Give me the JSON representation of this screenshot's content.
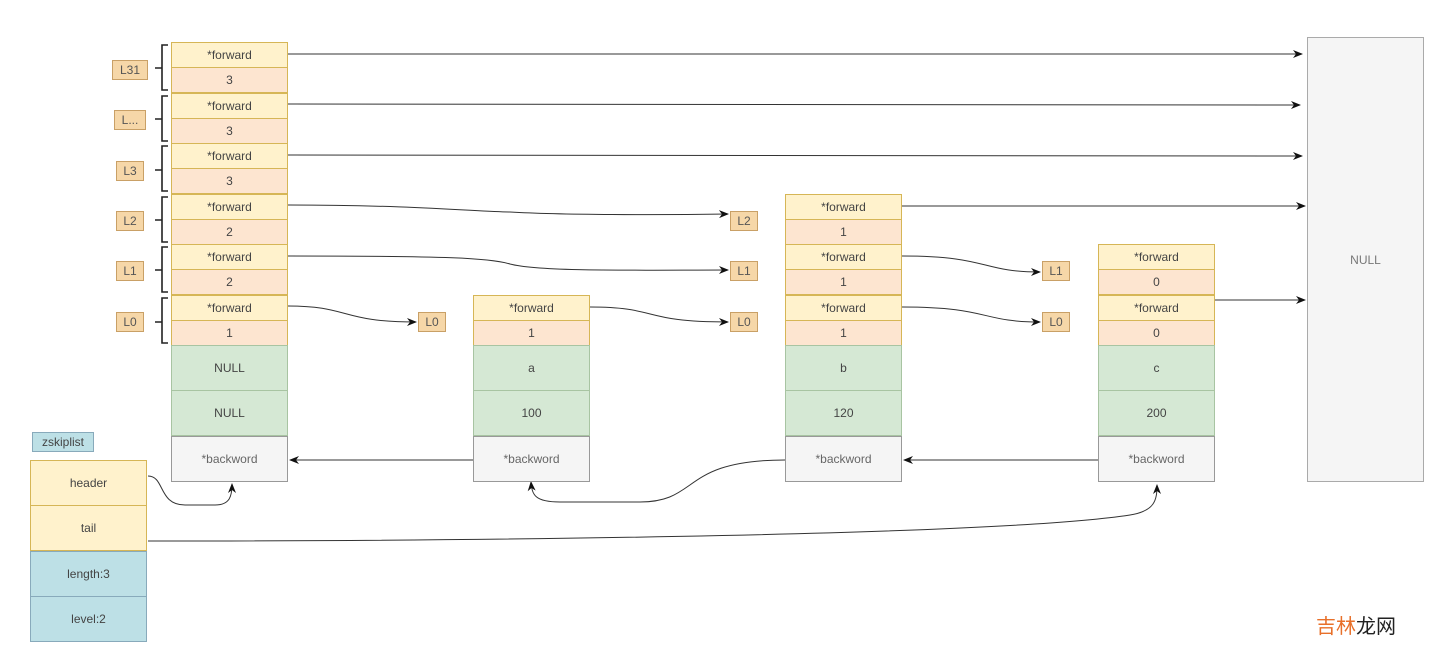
{
  "header_node": {
    "levels": [
      {
        "label": "L31",
        "forward": "*forward",
        "span": "3"
      },
      {
        "label": "L...",
        "forward": "*forward",
        "span": "3"
      },
      {
        "label": "L3",
        "forward": "*forward",
        "span": "3"
      },
      {
        "label": "L2",
        "forward": "*forward",
        "span": "2"
      },
      {
        "label": "L1",
        "forward": "*forward",
        "span": "2"
      },
      {
        "label": "L0",
        "forward": "*forward",
        "span": "1"
      }
    ],
    "obj": "NULL",
    "score": "NULL",
    "backward": "*backword"
  },
  "nodes": [
    {
      "name": "a",
      "incoming_labels": [
        "L0"
      ],
      "levels": [
        {
          "forward": "*forward",
          "span": "1"
        }
      ],
      "obj": "a",
      "score": "100",
      "backward": "*backword"
    },
    {
      "name": "b",
      "incoming_labels": [
        "L2",
        "L1",
        "L0"
      ],
      "levels": [
        {
          "forward": "*forward",
          "span": "1"
        },
        {
          "forward": "*forward",
          "span": "1"
        },
        {
          "forward": "*forward",
          "span": "1"
        }
      ],
      "obj": "b",
      "score": "120",
      "backward": "*backword"
    },
    {
      "name": "c",
      "incoming_labels": [
        "L1",
        "L0"
      ],
      "levels": [
        {
          "forward": "*forward",
          "span": "0"
        },
        {
          "forward": "*forward",
          "span": "0"
        }
      ],
      "obj": "c",
      "score": "200",
      "backward": "*backword"
    }
  ],
  "null_terminal": "NULL",
  "zskiplist": {
    "tag": "zskiplist",
    "header": "header",
    "tail": "tail",
    "length": "length:3",
    "level": "level:2"
  },
  "watermark": {
    "part1": "吉林",
    "part2": "龙网"
  },
  "colors": {
    "forward_fill": "#fff2cc",
    "span_fill": "#fde5d0",
    "object_fill": "#d5e8d4",
    "backward_fill": "#f5f5f5",
    "level_tag_fill": "#f6d7a8",
    "zskiplist_info_fill": "#bde0e6",
    "watermark_accent": "#e8702a"
  }
}
